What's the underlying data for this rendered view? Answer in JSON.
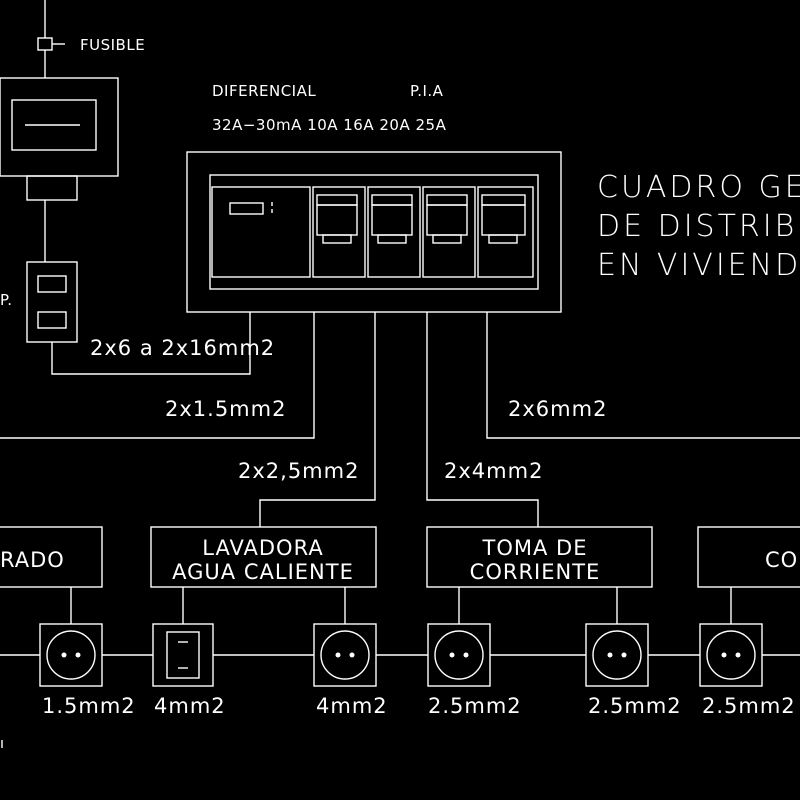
{
  "colors": {
    "background": "#000000",
    "line": "#ffffff"
  },
  "fuse": {
    "label": "FUSIBLE"
  },
  "meter_side": {
    "fragment": "P."
  },
  "panel_header": {
    "diferencial": "DIFERENCIAL",
    "pia": "P.I.A",
    "ratings": "32A−30mA  10A  16A  20A  25A"
  },
  "title": {
    "line1": "CUADRO GE",
    "line2": "DE DISTRIB",
    "line3": "EN VIVIENDA"
  },
  "cables": {
    "feed": "2x6  a  2x16mm2",
    "c1": "2x1.5mm2",
    "c2": "2x2,5mm2",
    "c3": "2x4mm2",
    "c4": "2x6mm2"
  },
  "circuits": {
    "c1_fragment": "RADO",
    "c3_line1": "LAVADORA",
    "c3_line2": "AGUA CALIENTE",
    "c4_line1": "TOMA DE",
    "c4_line2": "CORRIENTE",
    "c5_fragment": "CO"
  },
  "sections": {
    "s1": "1.5mm2",
    "s2": "4mm2",
    "s3": "4mm2",
    "s4": "2.5mm2",
    "s5": "2.5mm2",
    "s6": "2.5mm2"
  }
}
